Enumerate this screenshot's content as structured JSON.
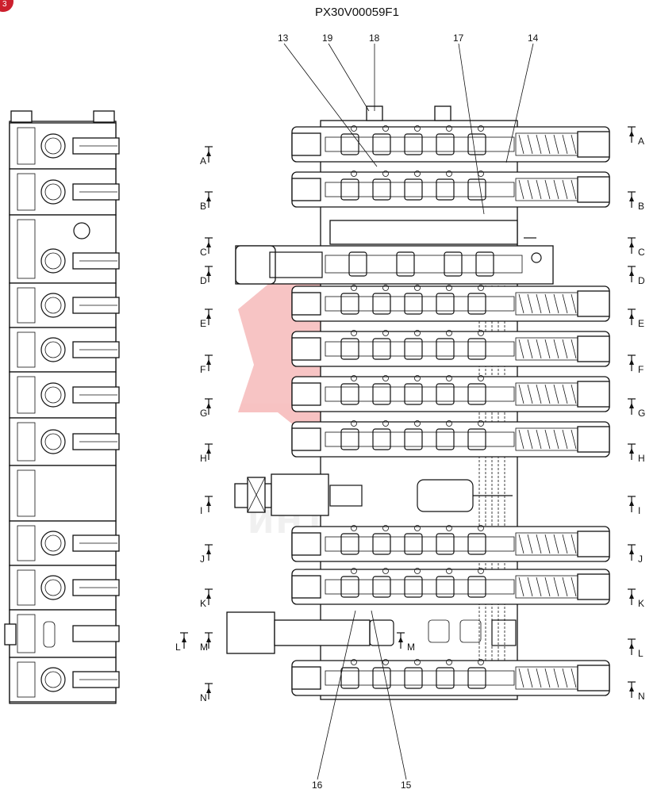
{
  "drawing_number": "PX30V00059F1",
  "corner_badge": "3",
  "watermark_text": "ИНТЕХ",
  "callouts_top": [
    "13",
    "19",
    "18",
    "17",
    "14"
  ],
  "callouts_bottom": [
    "16",
    "15"
  ],
  "section_letters": [
    "A",
    "B",
    "C",
    "D",
    "E",
    "F",
    "G",
    "H",
    "I",
    "J",
    "K",
    "L",
    "M",
    "N"
  ],
  "colors": {
    "line": "#111111",
    "badge": "#cc1f2d",
    "watermark_red": "#e53a3a"
  }
}
